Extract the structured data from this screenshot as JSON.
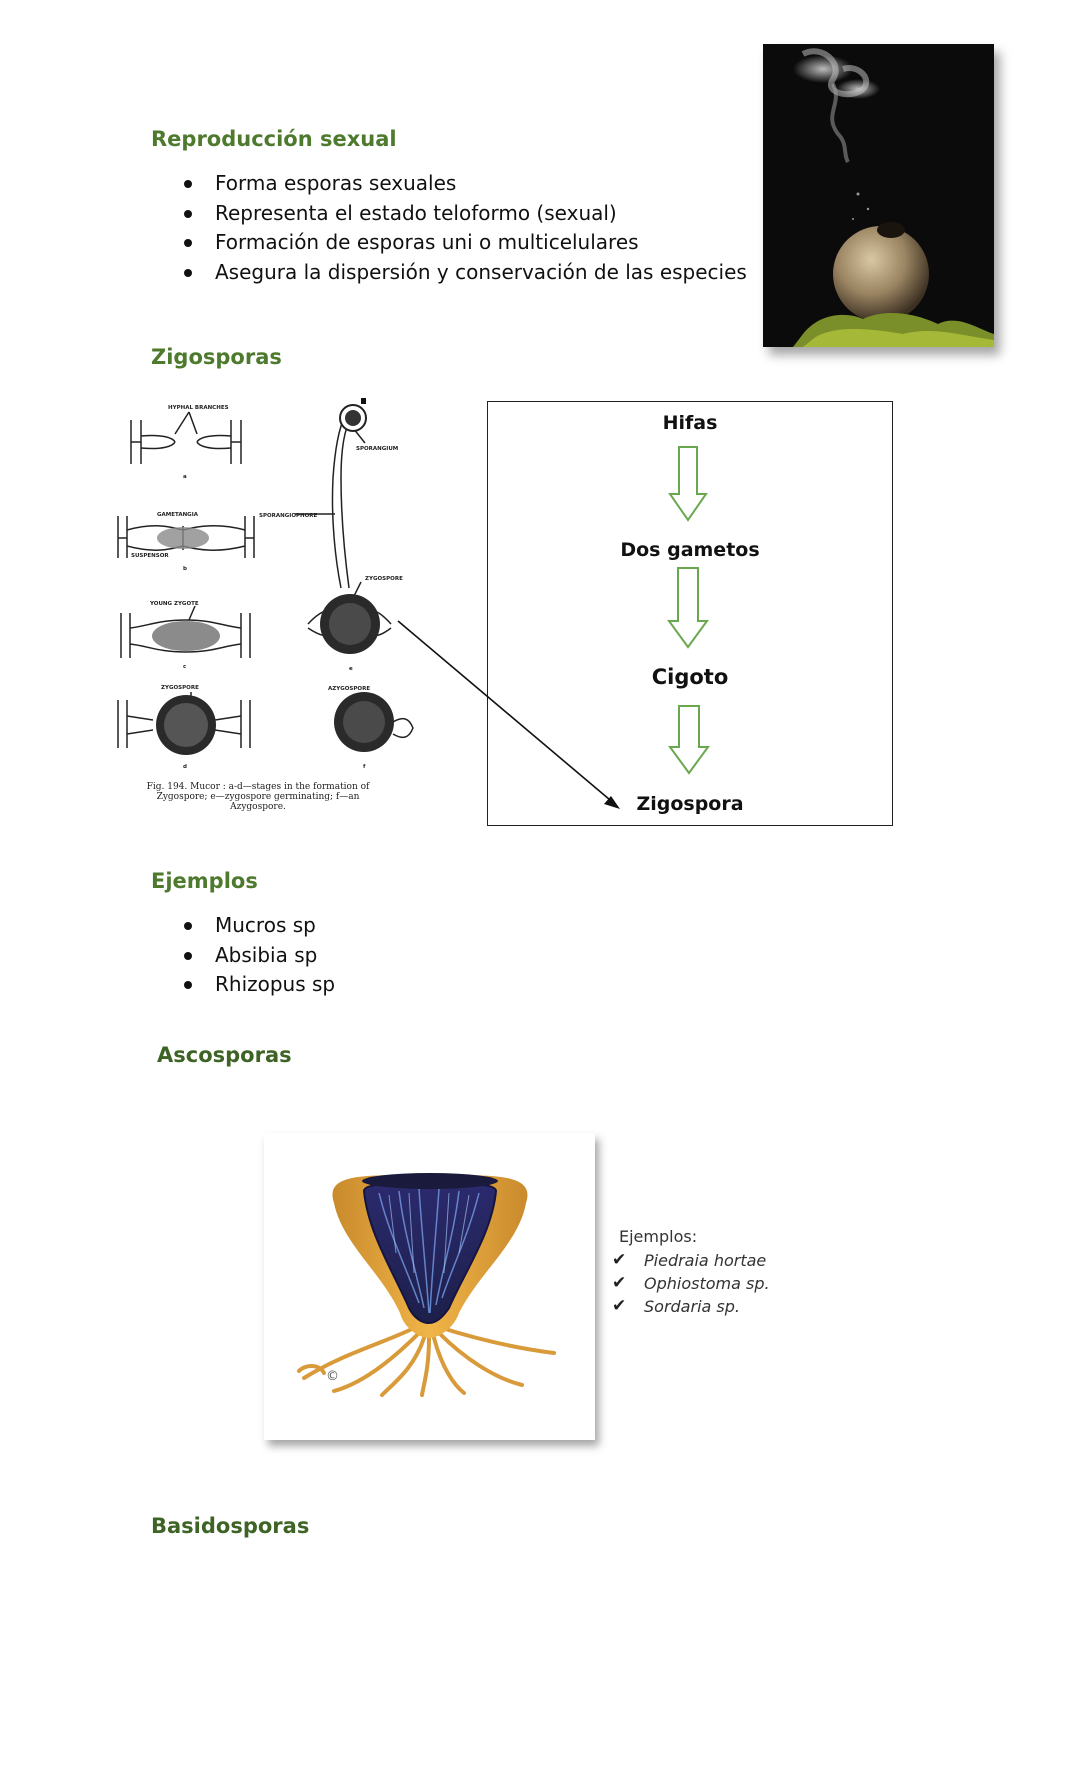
{
  "reproduccion": {
    "title": "Reproducción sexual",
    "bullets": [
      "Forma esporas sexuales",
      "Representa el estado teloformo (sexual)",
      "Formación de esporas uni o multicelulares",
      "Asegura la dispersión y conservación de las especies"
    ]
  },
  "zigosporas": {
    "title": "Zigosporas",
    "diagram_labels": {
      "hyphal_branches": "HYPHAL BRANCHES",
      "gametangia": "GAMETANGIA",
      "suspensor": "SUSPENSOR",
      "young_zygote": "YOUNG ZYGOTE",
      "zygospore_d": "ZYGOSPORE",
      "sporangium": "SPORANGIUM",
      "sporangiophore": "SPORANGIOPHORE",
      "zygospore_e": "ZYGOSPORE",
      "azygospore": "AZYGOSPORE",
      "letter_a": "a",
      "letter_b": "b",
      "letter_c": "c",
      "letter_d": "d",
      "letter_e": "e",
      "letter_f": "f",
      "caption": "Fig. 194. Mucor : a-d—stages in the formation of Zygospore; e—zygospore germinating; f—an Azygospore."
    },
    "flow": [
      "Hifas",
      "Dos gametos",
      "Cigoto",
      "Zigospora"
    ]
  },
  "ejemplos": {
    "title": "Ejemplos",
    "bullets": [
      "Mucros sp",
      "Absibia sp",
      "Rhizopus sp"
    ]
  },
  "ascosporas": {
    "title": "Ascosporas",
    "copyright": "©",
    "examples_title": "Ejemplos:",
    "examples": [
      "Piedraia hortae",
      "Ophiostoma sp.",
      "Sordaria sp."
    ],
    "check_icon": "✔"
  },
  "basidiosporas": {
    "title": "Basidosporas"
  },
  "colors": {
    "heading_green": "#4e7a2e",
    "arrow_green": "#6aa84f"
  }
}
